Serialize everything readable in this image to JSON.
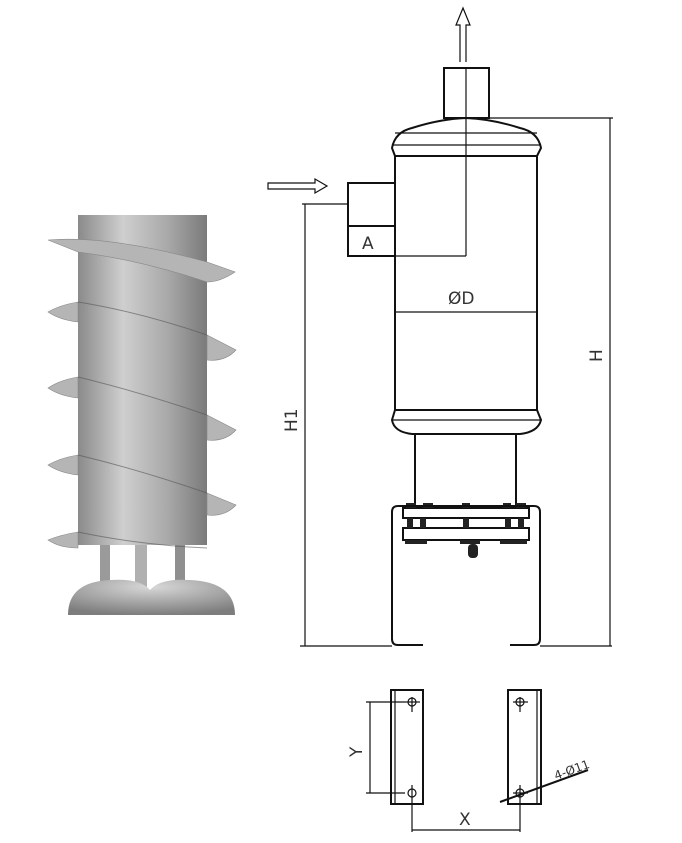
{
  "drawing": {
    "labels": {
      "a": "A",
      "diameter": "ØD",
      "height": "H",
      "inlet_height": "H1",
      "hole_spacing_y": "Y",
      "hole_spacing_x": "X",
      "holes": "4-Ø11"
    },
    "colors": {
      "line": "#111111",
      "render_gray": "#a0a0a0"
    }
  }
}
